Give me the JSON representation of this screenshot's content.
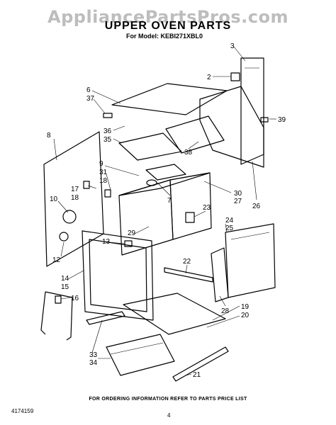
{
  "watermark": "AppliancePartsPros.com",
  "title": "UPPER OVEN PARTS",
  "subtitle": "For Model: KEBI271XBL0",
  "footer": {
    "doc_number": "4174159",
    "ordering_note": "FOR ORDERING INFORMATION REFER TO PARTS PRICE LIST",
    "page": "4"
  },
  "callouts": [
    "3",
    "2",
    "39",
    "6",
    "37",
    "36",
    "35",
    "38",
    "8",
    "9",
    "31",
    "18",
    "17",
    "18",
    "10",
    "7",
    "30",
    "27",
    "26",
    "23",
    "24",
    "25",
    "29",
    "13",
    "12",
    "22",
    "14",
    "15",
    "16",
    "28",
    "19",
    "20",
    "33",
    "34",
    "21"
  ]
}
